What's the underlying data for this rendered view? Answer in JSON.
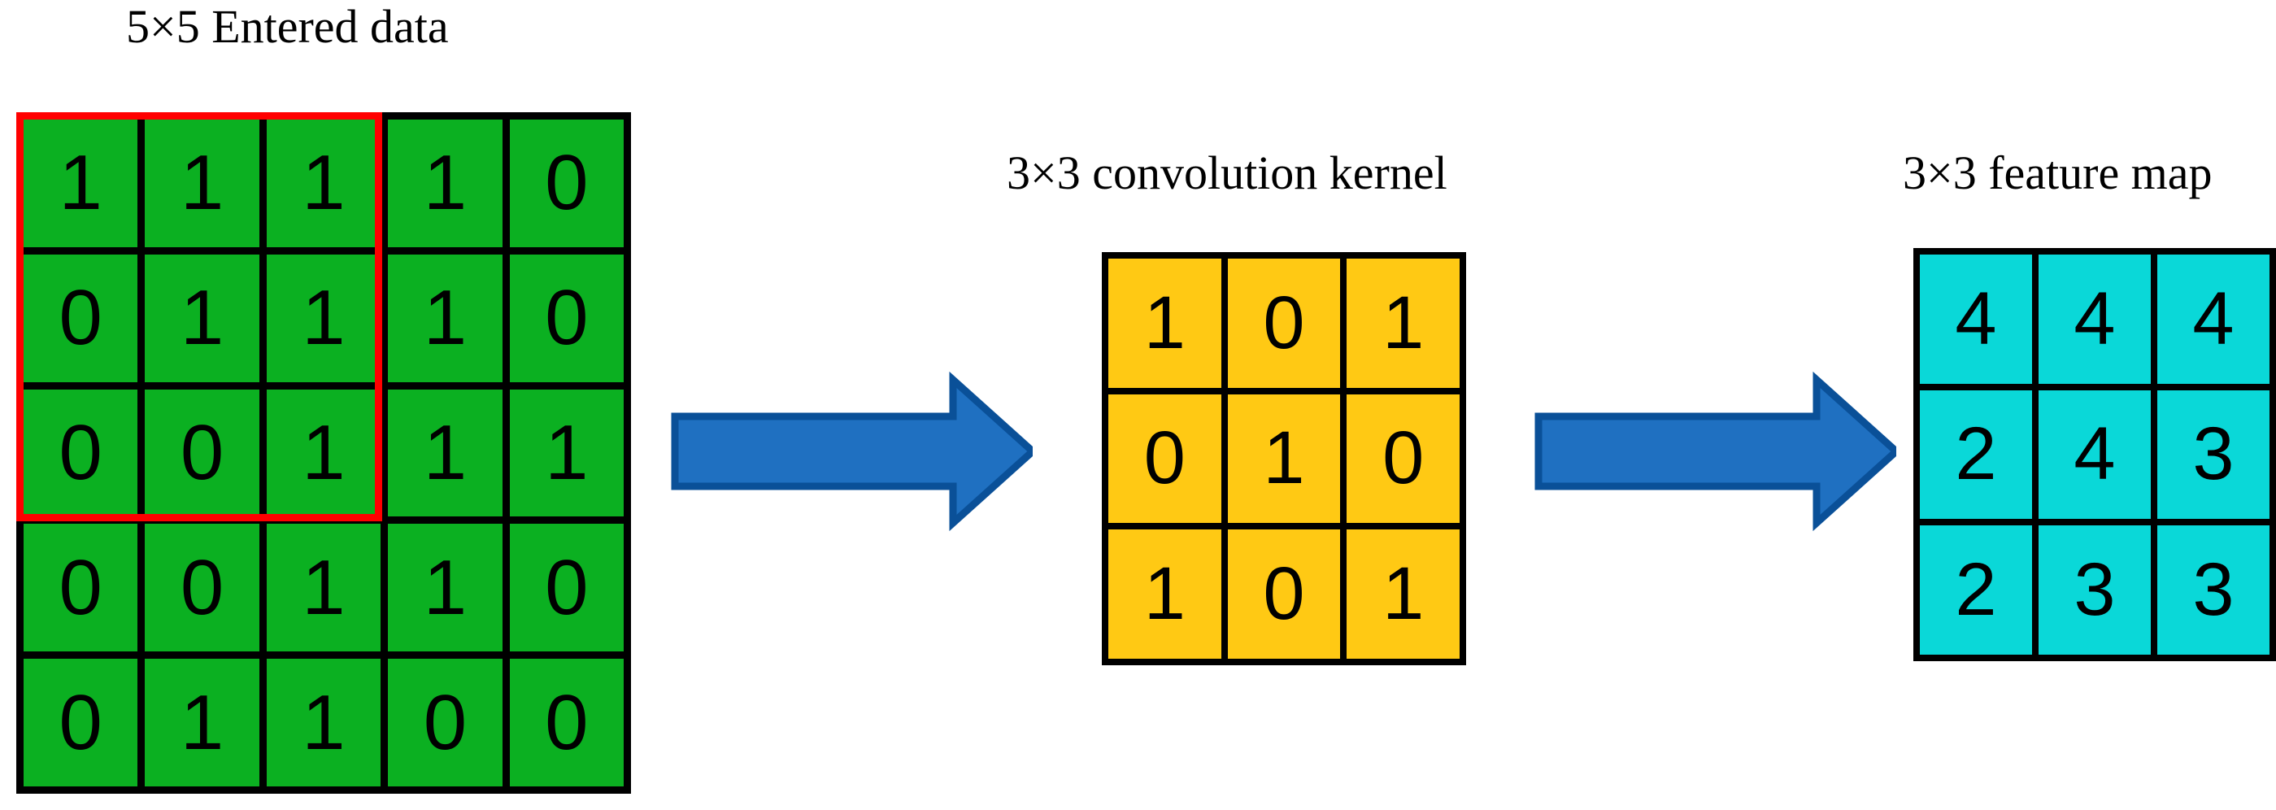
{
  "titles": {
    "input": "5×5 Entered data",
    "kernel": "3×3 convolution kernel",
    "output": "3×3 feature map"
  },
  "colors": {
    "input_cell": "#0bb021",
    "kernel_cell": "#ffc914",
    "output_cell": "#0ad8d8",
    "grid_line": "#000000",
    "selection_border": "#ff0000",
    "arrow_fill": "#1f70c1",
    "arrow_stroke": "#0a5098",
    "background": "#ffffff",
    "text": "#000000"
  },
  "chart_data": {
    "type": "table",
    "title": "2D convolution of a 5×5 input with a 3×3 kernel producing a 3×3 feature map",
    "matrices": [
      {
        "name": "input",
        "label": "5×5 Entered data",
        "rows": 5,
        "cols": 5,
        "values": [
          [
            1,
            1,
            1,
            1,
            0
          ],
          [
            0,
            1,
            1,
            1,
            0
          ],
          [
            0,
            0,
            1,
            1,
            1
          ],
          [
            0,
            0,
            1,
            1,
            0
          ],
          [
            0,
            1,
            1,
            0,
            0
          ]
        ],
        "highlight": {
          "shape": "rectangle",
          "color": "#ff0000",
          "row_start": 0,
          "row_end": 2,
          "col_start": 0,
          "col_end": 2
        }
      },
      {
        "name": "kernel",
        "label": "3×3 convolution kernel",
        "rows": 3,
        "cols": 3,
        "values": [
          [
            1,
            0,
            1
          ],
          [
            0,
            1,
            0
          ],
          [
            1,
            0,
            1
          ]
        ]
      },
      {
        "name": "feature_map",
        "label": "3×3 feature map",
        "rows": 3,
        "cols": 3,
        "values": [
          [
            4,
            4,
            4
          ],
          [
            2,
            4,
            3
          ],
          [
            2,
            3,
            3
          ]
        ]
      }
    ],
    "connectors": [
      {
        "name": "arrow-input-to-kernel",
        "from": "input",
        "to": "kernel",
        "direction": "right"
      },
      {
        "name": "arrow-kernel-to-feature-map",
        "from": "kernel",
        "to": "feature_map",
        "direction": "right"
      }
    ]
  },
  "input_matrix": {
    "cells": [
      "1",
      "1",
      "1",
      "1",
      "0",
      "0",
      "1",
      "1",
      "1",
      "0",
      "0",
      "0",
      "1",
      "1",
      "1",
      "0",
      "0",
      "1",
      "1",
      "0",
      "0",
      "1",
      "1",
      "0",
      "0"
    ]
  },
  "kernel_matrix": {
    "cells": [
      "1",
      "0",
      "1",
      "0",
      "1",
      "0",
      "1",
      "0",
      "1"
    ]
  },
  "output_matrix": {
    "cells": [
      "4",
      "4",
      "4",
      "2",
      "4",
      "3",
      "2",
      "3",
      "3"
    ]
  }
}
